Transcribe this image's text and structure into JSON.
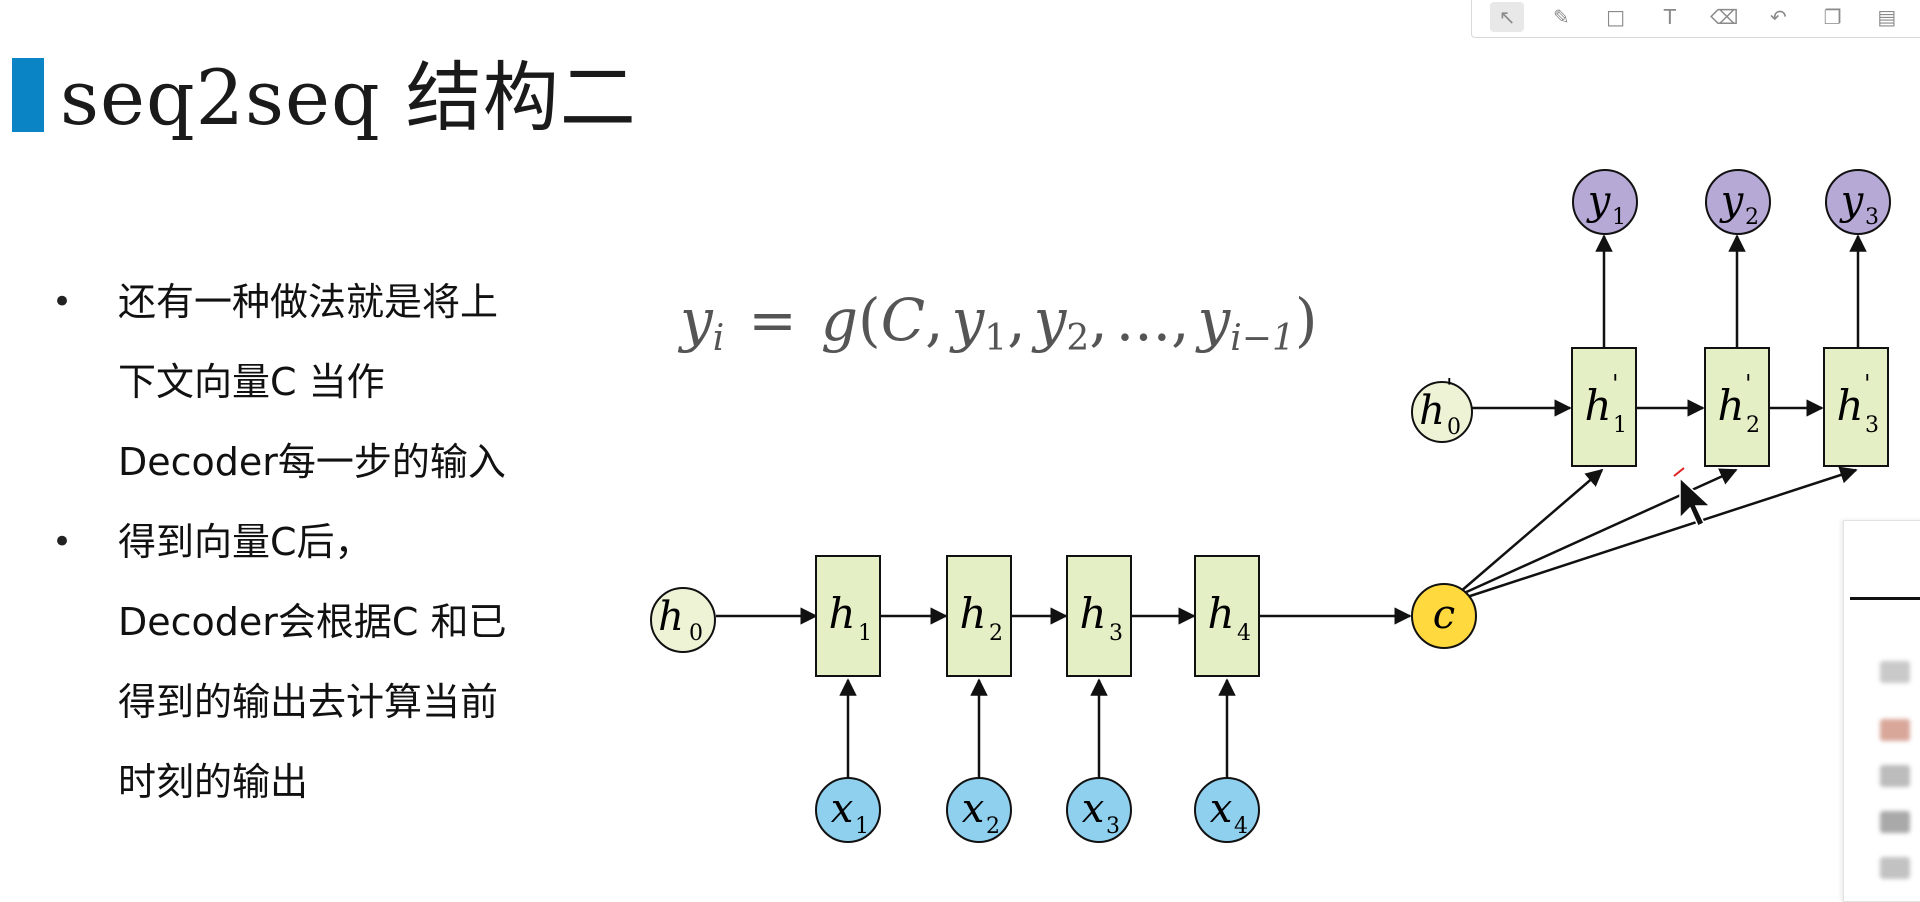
{
  "toolbar": {
    "tools": [
      {
        "icon": "cursor-icon",
        "glyph": "↖"
      },
      {
        "icon": "pen-icon",
        "glyph": "✎"
      },
      {
        "icon": "rectangle-icon",
        "glyph": "□"
      },
      {
        "icon": "text-icon",
        "glyph": "T"
      },
      {
        "icon": "eraser-icon",
        "glyph": "⌫"
      },
      {
        "icon": "undo-icon",
        "glyph": "↶"
      },
      {
        "icon": "copy-icon",
        "glyph": "❐"
      },
      {
        "icon": "delete-icon",
        "glyph": "▤"
      }
    ]
  },
  "slide": {
    "title": "seq2seq 结构二",
    "bullets": [
      "还有一种做法就是将上下文向量C 当作Decoder每一步的输入",
      "得到向量C后，Decoder会根据C 和已得到的输出去计算当前时刻的输出"
    ]
  },
  "diagram": {
    "formula": {
      "y": "y",
      "i": "i",
      "eq": "=",
      "g": "g",
      "open": "(",
      "C": "C",
      "comma": ",",
      "dots": "...",
      "im1": "i−1",
      "close": ")"
    },
    "encoder": {
      "h0": {
        "base": "h",
        "sub": "0"
      },
      "cells": [
        {
          "base": "h",
          "sub": "1"
        },
        {
          "base": "h",
          "sub": "2"
        },
        {
          "base": "h",
          "sub": "3"
        },
        {
          "base": "h",
          "sub": "4"
        }
      ],
      "inputs": [
        {
          "base": "x",
          "sub": "1"
        },
        {
          "base": "x",
          "sub": "2"
        },
        {
          "base": "x",
          "sub": "3"
        },
        {
          "base": "x",
          "sub": "4"
        }
      ]
    },
    "context": {
      "label": "c"
    },
    "decoder": {
      "h0": {
        "base": "h",
        "sub": "0",
        "prime": "'"
      },
      "cells": [
        {
          "base": "h",
          "sub": "1",
          "prime": "'"
        },
        {
          "base": "h",
          "sub": "2",
          "prime": "'"
        },
        {
          "base": "h",
          "sub": "3",
          "prime": "'"
        }
      ],
      "outputs": [
        {
          "base": "y",
          "sub": "1"
        },
        {
          "base": "y",
          "sub": "2"
        },
        {
          "base": "y",
          "sub": "3"
        }
      ]
    },
    "colors": {
      "cell_fill": "#e4efc6",
      "h0_fill": "#eef3d6",
      "input_fill": "#8fd0ee",
      "output_fill": "#b7a9d6",
      "context_fill": "#ffd93d",
      "stroke": "#111111",
      "title_accent": "#0a84c4"
    }
  }
}
